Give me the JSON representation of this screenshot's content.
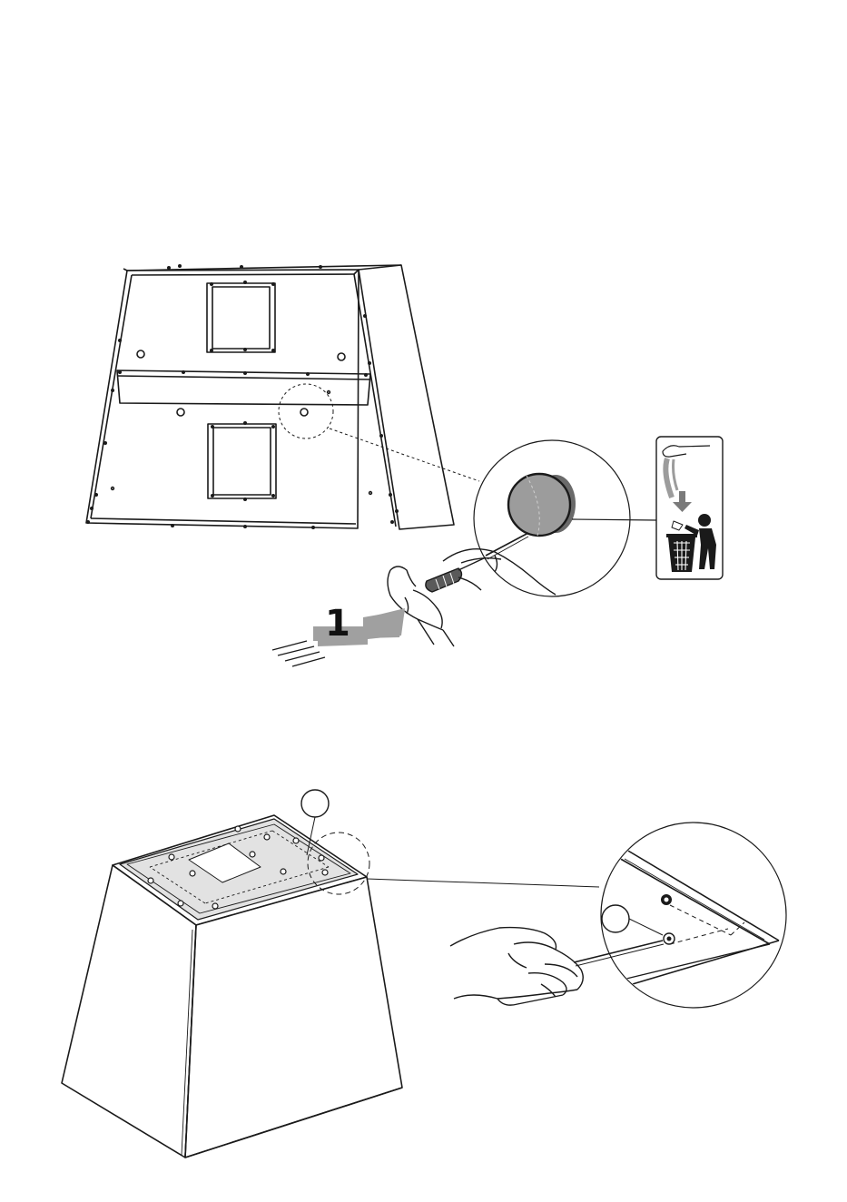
{
  "figure_top": {
    "step_number": "1",
    "colors": {
      "line": "#1a1a1a",
      "arrow_fill": "#a0a0a0",
      "sticker_fill": "#9c9c9c",
      "sticker_shadow": "#6a6a6a",
      "handle_fill": "#5a5a5a"
    },
    "icons": [
      "hood-body-outline",
      "protective-sticker",
      "screwdriver",
      "hand",
      "peel-sticker-icon",
      "dispose-in-bin-icon"
    ]
  },
  "figure_bottom": {
    "colors": {
      "line": "#1a1a1a",
      "panel_fill": "#e2e2e2",
      "cutout_fill": "#ffffff"
    },
    "icons": [
      "hood-body-outline",
      "top-plate",
      "screw",
      "screwdriver",
      "hand",
      "callout-bubble"
    ]
  }
}
